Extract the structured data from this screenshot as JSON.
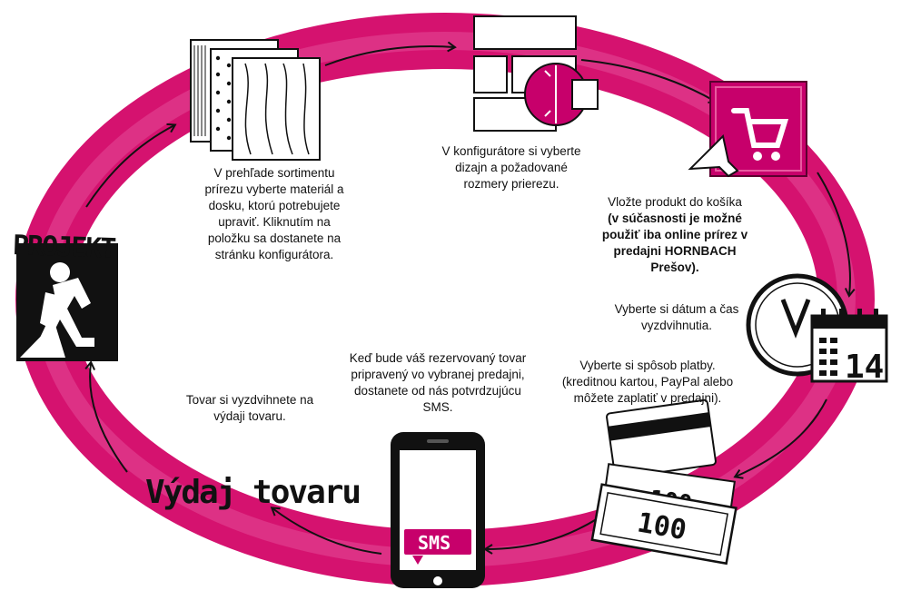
{
  "colors": {
    "ring": "#d5126f",
    "ring_light": "#e85aa0",
    "cart_box": "#c7006b",
    "ink": "#111111",
    "paper": "#ffffff"
  },
  "steps": {
    "material": "V prehľade sortimentu prírezu vyberte materiál a dosku, ktorú potrebujete upraviť. Kliknutím na položku sa dostanete na stránku konfigurátora.",
    "configurator": "V konfigurátore si vyberte dizajn a požadované rozmery prierezu.",
    "cart_intro": "Vložte produkt do košíka",
    "cart_note": "(v súčasnosti je možné použiť iba online prírez v predajni HORNBACH Prešov).",
    "date_time": "Vyberte si dátum a čas vyzdvihnutia.",
    "payment": "Vyberte si spôsob platby. (kreditnou kartou, PayPal alebo môžete zaplatiť v predajni).",
    "sms_ready": "Keď bude váš rezervovaný tovar pripravený vo vybranej predajni, dostanete od nás potvrdzujúcu SMS.",
    "pickup": "Tovar si vyzdvihnete na výdaji tovaru."
  },
  "titles": {
    "project": "PROJEKT",
    "pickup_counter": "Výdaj tovaru"
  },
  "icons": {
    "calendar_day": "14",
    "banknote_value": "100",
    "banknote_value_back": "100",
    "sms_label": "SMS"
  }
}
